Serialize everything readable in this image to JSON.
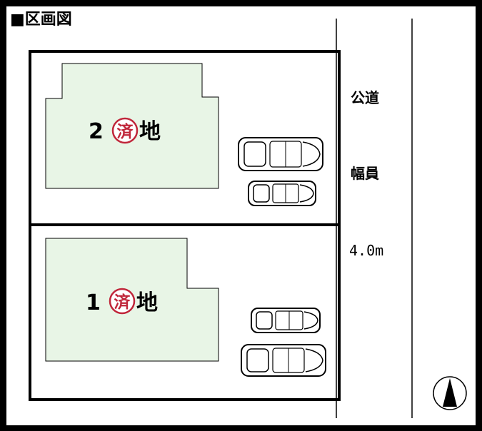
{
  "title": "■区画図",
  "lots": [
    {
      "number": "2",
      "status": "済",
      "suffix": "地"
    },
    {
      "number": "1",
      "status": "済",
      "suffix": "地"
    }
  ],
  "road": {
    "label_line1": "公道",
    "label_line2": "幅員",
    "width": "4.0m"
  },
  "colors": {
    "frame": "#000000",
    "paper": "#ffffff",
    "building": "#e8f5e6",
    "seal": "#c0263a"
  },
  "icons": [
    "car-icon",
    "north-arrow-icon"
  ]
}
